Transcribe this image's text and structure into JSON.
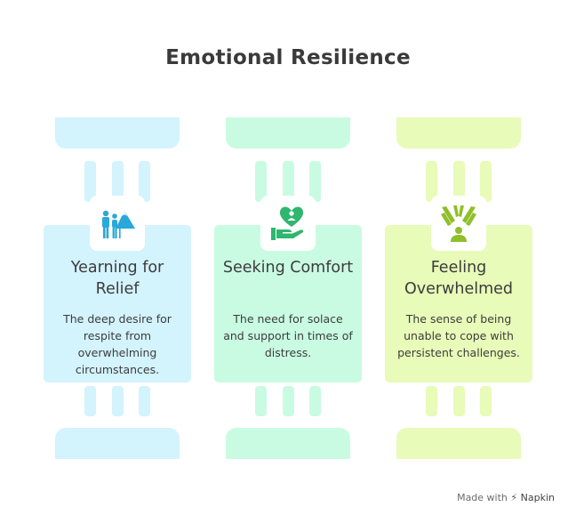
{
  "title": "Emotional Resilience",
  "colors": {
    "pillar1": "#d3f3fd",
    "pillar2": "#c9fbe3",
    "pillar3": "#e8fbb8",
    "icon1": "#29a8d9",
    "icon2": "#2fb66f",
    "icon3": "#8fbf2a"
  },
  "pillars": [
    {
      "heading": "Yearning for Relief",
      "description": "The deep desire for respite from overwhelming circumstances.",
      "icon": "hiker-mountain-icon"
    },
    {
      "heading": "Seeking Comfort",
      "description": "The need for solace and support in times of distress.",
      "icon": "hand-heart-icon"
    },
    {
      "heading": "Feeling Overwhelmed",
      "description": "The sense of being unable to cope with persistent challenges.",
      "icon": "overwhelmed-person-icon"
    }
  ],
  "watermark": {
    "prefix": "Made with",
    "brand": "Napkin"
  }
}
